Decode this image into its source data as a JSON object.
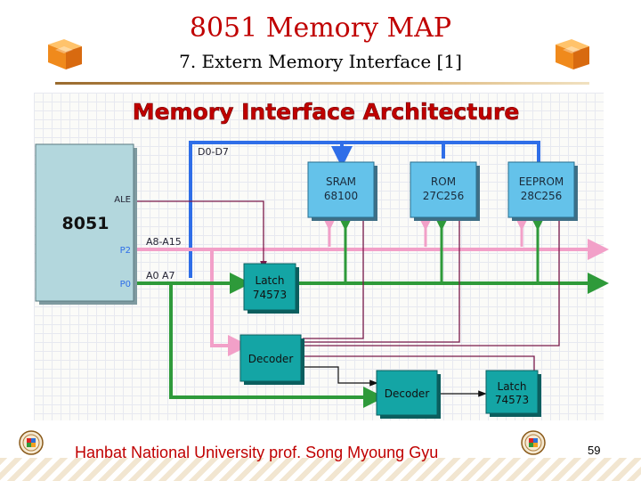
{
  "header": {
    "title": "8051 Memory MAP",
    "subtitle": "7. Extern Memory Interface [1]"
  },
  "diagram": {
    "heading": "Memory Interface Architecture",
    "cpu": {
      "label": "8051",
      "ale": "ALE",
      "p2": "P2",
      "p0": "P0"
    },
    "buses": {
      "data": "D0-D7",
      "high_addr": "A8-A15",
      "low_addr": "A0 A7"
    },
    "chips": {
      "sram": {
        "line1": "SRAM",
        "line2": "68100"
      },
      "rom": {
        "line1": "ROM",
        "line2": "27C256"
      },
      "eeprom": {
        "line1": "EEPROM",
        "line2": "28C256"
      },
      "latch_left": {
        "line1": "Latch",
        "line2": "74573"
      },
      "decoder_left": {
        "line1": "Decoder"
      },
      "decoder_right": {
        "line1": "Decoder"
      },
      "latch_right": {
        "line1": "Latch",
        "line2": "74573"
      }
    },
    "colors": {
      "data_bus": "#2f6ee8",
      "high_address_bus": "#f2a0c8",
      "low_address_bus": "#2e9a3a",
      "control_line": "#7a1a4a",
      "memory_chip": "#64c2ea",
      "logic_chip": "#14a5a5",
      "cpu_block": "#b3d7dd",
      "heading_text": "#c00000"
    }
  },
  "footer": {
    "credit": "Hanbat National University prof. Song Myoung Gyu",
    "page_number": "59"
  }
}
